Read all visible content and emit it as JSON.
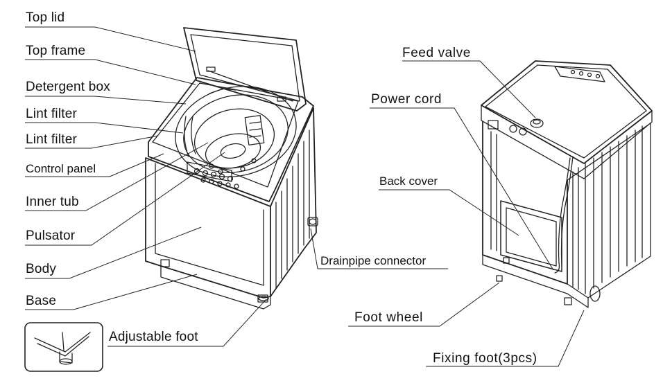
{
  "labels": {
    "top_lid": "Top lid",
    "top_frame": "Top frame",
    "detergent_box": "Detergent box",
    "lint_filter_1": "Lint filter",
    "lint_filter_2": "Lint filter",
    "control_panel": "Control panel",
    "inner_tub": "Inner tub",
    "pulsator": "Pulsator",
    "body": "Body",
    "base": "Base",
    "adjustable_foot": "Adjustable foot",
    "drainpipe_connector": "Drainpipe connector",
    "feed_valve": "Feed valve",
    "power_cord": "Power cord",
    "back_cover": "Back cover",
    "foot_wheel": "Foot wheel",
    "fixing_foot": "Fixing foot(3pcs)"
  },
  "colors": {
    "line": "#222222",
    "background": "#ffffff"
  }
}
